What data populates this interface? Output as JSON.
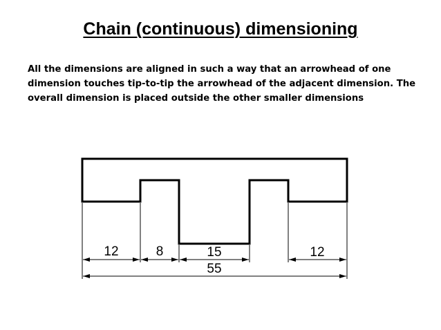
{
  "slide": {
    "title": "Chain (continuous) dimensioning",
    "body": "All the dimensions are aligned in such a way that an arrowhead of one dimension touches tip-to-tip the arrowhead of the adjacent dimension. The overall dimension is placed outside the other smaller dimensions"
  },
  "drawing": {
    "dimensions": {
      "left_step": "12",
      "left_slot": "8",
      "center_groove": "15",
      "right_step": "12",
      "overall": "55"
    }
  }
}
